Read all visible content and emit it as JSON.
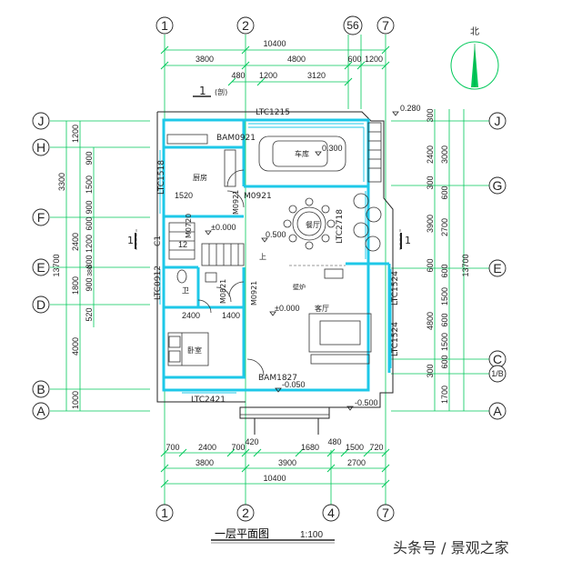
{
  "colors": {
    "grid": "#00c95a",
    "wall": "#1ec8e8",
    "line": "#222222",
    "dim": "#555555"
  },
  "axes": {
    "top_cols": [
      "1",
      "2",
      "56",
      "7"
    ],
    "bottom_cols": [
      "1",
      "2",
      "4",
      "7"
    ],
    "left_rows": [
      "J",
      "H",
      "F",
      "E",
      "D",
      "B",
      "A"
    ],
    "right_rows": [
      "J",
      "G",
      "E",
      "C",
      "1/B",
      "A"
    ]
  },
  "north": {
    "label": "北"
  },
  "dims": {
    "top_total": "10400",
    "top_row2": [
      "3800",
      "4800",
      "600",
      "1200"
    ],
    "top_row3": [
      "480",
      "1200",
      "3120"
    ],
    "bottom_row1": [
      "700",
      "2400",
      "700",
      "420",
      "1680",
      "480",
      "1500",
      "720"
    ],
    "bottom_row2": [
      "3800",
      "3900",
      "2700"
    ],
    "bottom_total": "10400",
    "left_outer": [
      "1200",
      "3300",
      "2400",
      "1800",
      "4000",
      "1000"
    ],
    "left_inner": [
      "900",
      "1500",
      "900",
      "600",
      "1200",
      "800",
      "900",
      "520"
    ],
    "left_extra": "380",
    "left_total": "13700",
    "right_outer": [
      "300",
      "2400",
      "300",
      "3900",
      "600",
      "4800",
      "300"
    ],
    "right_inner": [
      "3000",
      "600",
      "2700",
      "600",
      "1500",
      "600",
      "1500",
      "600",
      "1700"
    ],
    "right_total": "13700"
  },
  "levels": [
    "0.280",
    "0.300",
    "±0.000",
    "0.500",
    "±0.000",
    "-0.050",
    "-0.500"
  ],
  "labels": {
    "ltc1215": "LTC1215",
    "bam0921": "BAM0921",
    "ltc1518": "LTC1518",
    "m0921_a": "M0921",
    "m0921_b": "M0921",
    "m0921_c": "M0921",
    "m0720": "M0720",
    "ltc2718": "LTC2718",
    "ltc0912": "LTC0912",
    "m0821": "M0821",
    "ltc1524_a": "LTC1524",
    "ltc1524_b": "LTC1524",
    "bam1827": "BAM1827",
    "ltc2421": "LTC2421",
    "c1": "C1",
    "mark1": "1",
    "mark1r": "1",
    "section_tag": "1",
    "section_tag_note": "(剖)",
    "garage": "车库",
    "kitchen": "厨房",
    "dining": "餐厅",
    "living": "客厅",
    "bedroom": "卧室",
    "wc": "卫",
    "fire": "壁炉",
    "up": "上",
    "room_1520": "1520",
    "room_2400": "2400",
    "room_1400": "1400",
    "stair_12": "12"
  },
  "title": "一层平面图",
  "scale": "1:100",
  "watermark": "头条号 / 景观之家"
}
